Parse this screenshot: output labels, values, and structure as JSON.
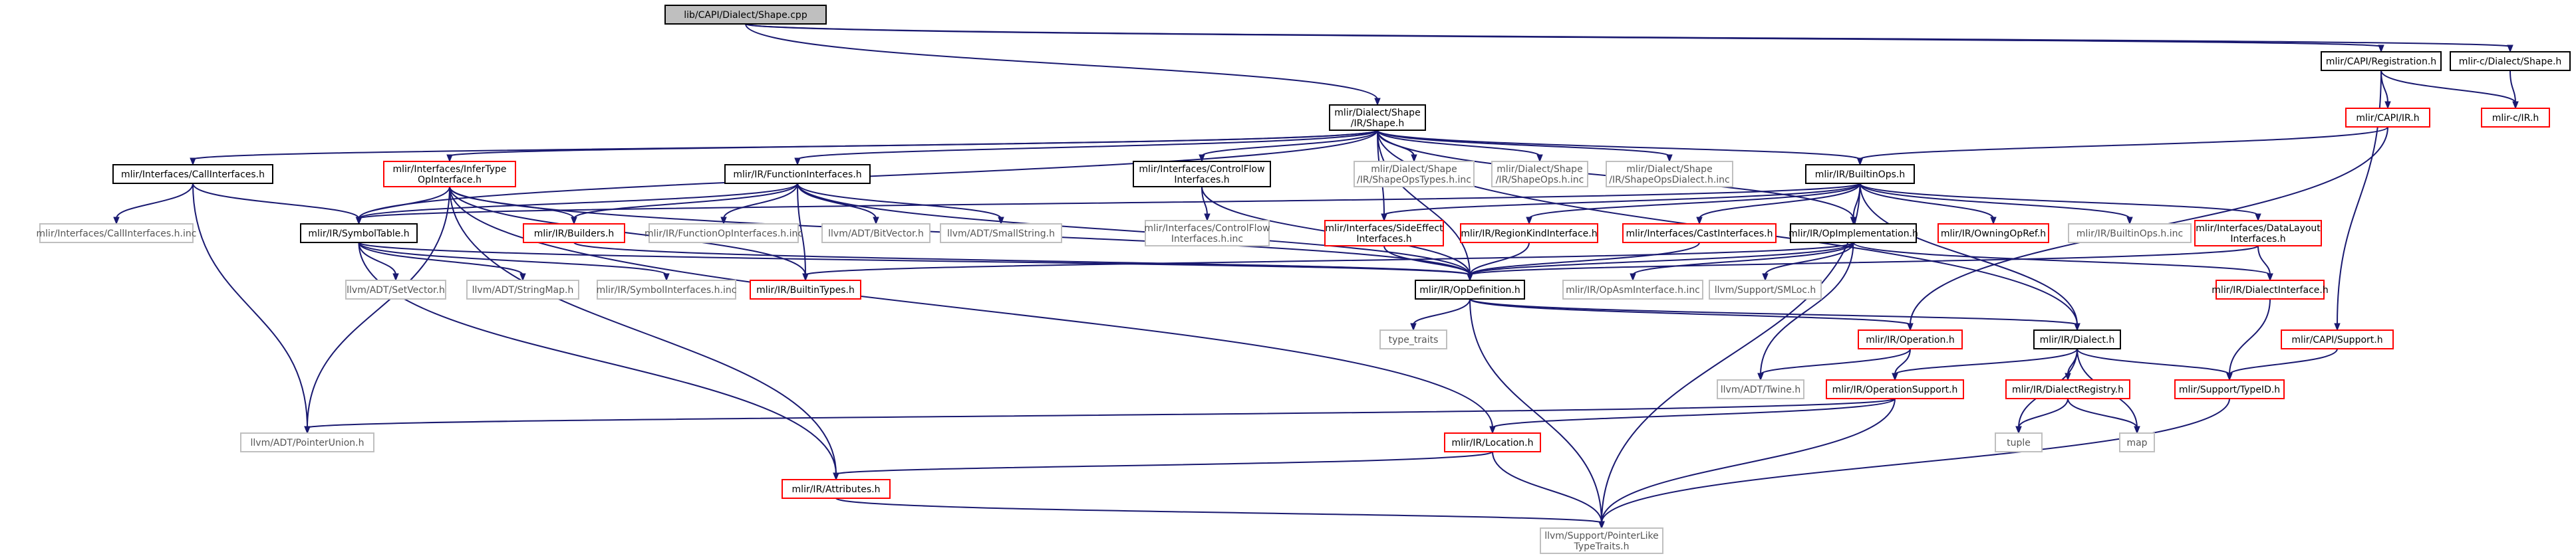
{
  "graph": {
    "nodes": [
      {
        "id": "n0",
        "lines": [
          "lib/CAPI/Dialect/Shape.cpp"
        ],
        "kind": "root"
      },
      {
        "id": "n1",
        "lines": [
          "mlir/CAPI/Registration.h"
        ],
        "kind": "normal"
      },
      {
        "id": "n2",
        "lines": [
          "mlir-c/Dialect/Shape.h"
        ],
        "kind": "normal"
      },
      {
        "id": "n3",
        "lines": [
          "mlir/Dialect/Shape",
          "/IR/Shape.h"
        ],
        "kind": "normal"
      },
      {
        "id": "n4",
        "lines": [
          "mlir/CAPI/IR.h"
        ],
        "kind": "truncated"
      },
      {
        "id": "n5",
        "lines": [
          "mlir-c/IR.h"
        ],
        "kind": "truncated"
      },
      {
        "id": "n6",
        "lines": [
          "mlir/Interfaces/CallInterfaces.h"
        ],
        "kind": "normal"
      },
      {
        "id": "n7",
        "lines": [
          "mlir/Interfaces/InferType",
          "OpInterface.h"
        ],
        "kind": "truncated"
      },
      {
        "id": "n8",
        "lines": [
          "mlir/IR/FunctionInterfaces.h"
        ],
        "kind": "normal"
      },
      {
        "id": "n9",
        "lines": [
          "mlir/Interfaces/ControlFlow",
          "Interfaces.h"
        ],
        "kind": "normal"
      },
      {
        "id": "n10",
        "lines": [
          "mlir/Dialect/Shape",
          "/IR/ShapeOpsTypes.h.inc"
        ],
        "kind": "leaf"
      },
      {
        "id": "n11",
        "lines": [
          "mlir/Dialect/Shape",
          "/IR/ShapeOps.h.inc"
        ],
        "kind": "leaf"
      },
      {
        "id": "n12",
        "lines": [
          "mlir/Dialect/Shape",
          "/IR/ShapeOpsDialect.h.inc"
        ],
        "kind": "leaf"
      },
      {
        "id": "n13",
        "lines": [
          "mlir/IR/BuiltinOps.h"
        ],
        "kind": "normal"
      },
      {
        "id": "n14",
        "lines": [
          "mlir/Interfaces/CallInterfaces.h.inc"
        ],
        "kind": "leaf"
      },
      {
        "id": "n15",
        "lines": [
          "mlir/IR/SymbolTable.h"
        ],
        "kind": "normal"
      },
      {
        "id": "n16",
        "lines": [
          "mlir/IR/Builders.h"
        ],
        "kind": "truncated"
      },
      {
        "id": "n17",
        "lines": [
          "mlir/IR/FunctionOpInterfaces.h.inc"
        ],
        "kind": "leaf"
      },
      {
        "id": "n18",
        "lines": [
          "llvm/ADT/BitVector.h"
        ],
        "kind": "leaf"
      },
      {
        "id": "n19",
        "lines": [
          "llvm/ADT/SmallString.h"
        ],
        "kind": "leaf"
      },
      {
        "id": "n20",
        "lines": [
          "mlir/Interfaces/ControlFlow",
          "Interfaces.h.inc"
        ],
        "kind": "leaf"
      },
      {
        "id": "n21",
        "lines": [
          "mlir/Interfaces/SideEffect",
          "Interfaces.h"
        ],
        "kind": "truncated"
      },
      {
        "id": "n22",
        "lines": [
          "mlir/IR/RegionKindInterface.h"
        ],
        "kind": "truncated"
      },
      {
        "id": "n23",
        "lines": [
          "mlir/Interfaces/CastInterfaces.h"
        ],
        "kind": "truncated"
      },
      {
        "id": "n24",
        "lines": [
          "mlir/IR/OpImplementation.h"
        ],
        "kind": "normal"
      },
      {
        "id": "n25",
        "lines": [
          "mlir/IR/OwningOpRef.h"
        ],
        "kind": "truncated"
      },
      {
        "id": "n26",
        "lines": [
          "mlir/IR/BuiltinOps.h.inc"
        ],
        "kind": "leaf"
      },
      {
        "id": "n27",
        "lines": [
          "mlir/Interfaces/DataLayout",
          "Interfaces.h"
        ],
        "kind": "truncated"
      },
      {
        "id": "n28",
        "lines": [
          "llvm/ADT/SetVector.h"
        ],
        "kind": "leaf"
      },
      {
        "id": "n29",
        "lines": [
          "llvm/ADT/StringMap.h"
        ],
        "kind": "leaf"
      },
      {
        "id": "n30",
        "lines": [
          "mlir/IR/SymbolInterfaces.h.inc"
        ],
        "kind": "leaf"
      },
      {
        "id": "n31",
        "lines": [
          "mlir/IR/BuiltinTypes.h"
        ],
        "kind": "truncated"
      },
      {
        "id": "n32",
        "lines": [
          "mlir/IR/OpDefinition.h"
        ],
        "kind": "normal"
      },
      {
        "id": "n33",
        "lines": [
          "mlir/IR/OpAsmInterface.h.inc"
        ],
        "kind": "leaf"
      },
      {
        "id": "n34",
        "lines": [
          "llvm/Support/SMLoc.h"
        ],
        "kind": "leaf"
      },
      {
        "id": "n35",
        "lines": [
          "mlir/IR/DialectInterface.h"
        ],
        "kind": "truncated"
      },
      {
        "id": "n36",
        "lines": [
          "type_traits"
        ],
        "kind": "leaf"
      },
      {
        "id": "n37",
        "lines": [
          "mlir/IR/Operation.h"
        ],
        "kind": "truncated"
      },
      {
        "id": "n38",
        "lines": [
          "mlir/IR/Dialect.h"
        ],
        "kind": "normal"
      },
      {
        "id": "n39",
        "lines": [
          "mlir/CAPI/Support.h"
        ],
        "kind": "truncated"
      },
      {
        "id": "n40",
        "lines": [
          "llvm/ADT/Twine.h"
        ],
        "kind": "leaf"
      },
      {
        "id": "n41",
        "lines": [
          "mlir/IR/OperationSupport.h"
        ],
        "kind": "truncated"
      },
      {
        "id": "n42",
        "lines": [
          "mlir/IR/DialectRegistry.h"
        ],
        "kind": "truncated"
      },
      {
        "id": "n43",
        "lines": [
          "mlir/Support/TypeID.h"
        ],
        "kind": "truncated"
      },
      {
        "id": "n44",
        "lines": [
          "llvm/ADT/PointerUnion.h"
        ],
        "kind": "leaf"
      },
      {
        "id": "n45",
        "lines": [
          "mlir/IR/Location.h"
        ],
        "kind": "truncated"
      },
      {
        "id": "n46",
        "lines": [
          "tuple"
        ],
        "kind": "leaf"
      },
      {
        "id": "n47",
        "lines": [
          "map"
        ],
        "kind": "leaf"
      },
      {
        "id": "n48",
        "lines": [
          "mlir/IR/Attributes.h"
        ],
        "kind": "truncated"
      },
      {
        "id": "n49",
        "lines": [
          "llvm/Support/PointerLike",
          "TypeTraits.h"
        ],
        "kind": "leaf"
      }
    ],
    "edges": [
      [
        "n0",
        "n1"
      ],
      [
        "n0",
        "n2"
      ],
      [
        "n0",
        "n3"
      ],
      [
        "n1",
        "n4"
      ],
      [
        "n1",
        "n5"
      ],
      [
        "n1",
        "n39"
      ],
      [
        "n2",
        "n5"
      ],
      [
        "n4",
        "n13"
      ],
      [
        "n4",
        "n37"
      ],
      [
        "n3",
        "n6"
      ],
      [
        "n3",
        "n7"
      ],
      [
        "n3",
        "n8"
      ],
      [
        "n3",
        "n9"
      ],
      [
        "n3",
        "n10"
      ],
      [
        "n3",
        "n11"
      ],
      [
        "n3",
        "n12"
      ],
      [
        "n3",
        "n13"
      ],
      [
        "n3",
        "n21"
      ],
      [
        "n3",
        "n24"
      ],
      [
        "n3",
        "n32"
      ],
      [
        "n3",
        "n38"
      ],
      [
        "n3",
        "n15"
      ],
      [
        "n6",
        "n14"
      ],
      [
        "n6",
        "n15"
      ],
      [
        "n6",
        "n44"
      ],
      [
        "n7",
        "n16"
      ],
      [
        "n7",
        "n31"
      ],
      [
        "n7",
        "n32"
      ],
      [
        "n7",
        "n44"
      ],
      [
        "n7",
        "n45"
      ],
      [
        "n7",
        "n48"
      ],
      [
        "n7",
        "n15"
      ],
      [
        "n8",
        "n15"
      ],
      [
        "n8",
        "n16"
      ],
      [
        "n8",
        "n17"
      ],
      [
        "n8",
        "n18"
      ],
      [
        "n8",
        "n19"
      ],
      [
        "n8",
        "n31"
      ],
      [
        "n8",
        "n32"
      ],
      [
        "n9",
        "n20"
      ],
      [
        "n9",
        "n32"
      ],
      [
        "n13",
        "n15"
      ],
      [
        "n13",
        "n21"
      ],
      [
        "n13",
        "n22"
      ],
      [
        "n13",
        "n23"
      ],
      [
        "n13",
        "n24"
      ],
      [
        "n13",
        "n25"
      ],
      [
        "n13",
        "n26"
      ],
      [
        "n13",
        "n27"
      ],
      [
        "n13",
        "n38"
      ],
      [
        "n13",
        "n49"
      ],
      [
        "n15",
        "n28"
      ],
      [
        "n15",
        "n29"
      ],
      [
        "n15",
        "n30"
      ],
      [
        "n15",
        "n32"
      ],
      [
        "n15",
        "n48"
      ],
      [
        "n16",
        "n32"
      ],
      [
        "n21",
        "n32"
      ],
      [
        "n22",
        "n32"
      ],
      [
        "n23",
        "n32"
      ],
      [
        "n24",
        "n32"
      ],
      [
        "n24",
        "n31"
      ],
      [
        "n24",
        "n33"
      ],
      [
        "n24",
        "n34"
      ],
      [
        "n24",
        "n35"
      ],
      [
        "n24",
        "n40"
      ],
      [
        "n27",
        "n32"
      ],
      [
        "n27",
        "n35"
      ],
      [
        "n35",
        "n43"
      ],
      [
        "n32",
        "n36"
      ],
      [
        "n32",
        "n37"
      ],
      [
        "n32",
        "n38"
      ],
      [
        "n32",
        "n49"
      ],
      [
        "n37",
        "n40"
      ],
      [
        "n37",
        "n41"
      ],
      [
        "n38",
        "n41"
      ],
      [
        "n38",
        "n42"
      ],
      [
        "n38",
        "n43"
      ],
      [
        "n38",
        "n46"
      ],
      [
        "n38",
        "n47"
      ],
      [
        "n39",
        "n43"
      ],
      [
        "n41",
        "n44"
      ],
      [
        "n41",
        "n45"
      ],
      [
        "n41",
        "n49"
      ],
      [
        "n42",
        "n46"
      ],
      [
        "n42",
        "n47"
      ],
      [
        "n43",
        "n49"
      ],
      [
        "n45",
        "n48"
      ],
      [
        "n45",
        "n49"
      ],
      [
        "n48",
        "n49"
      ]
    ]
  },
  "colors": {
    "edge": "#191970",
    "border_normal": "#000000",
    "border_truncated": "#ff0000",
    "border_leaf": "#bfbfbf",
    "text_normal": "#000000",
    "text_leaf": "#555555",
    "root_fill": "#bfbfbf"
  }
}
